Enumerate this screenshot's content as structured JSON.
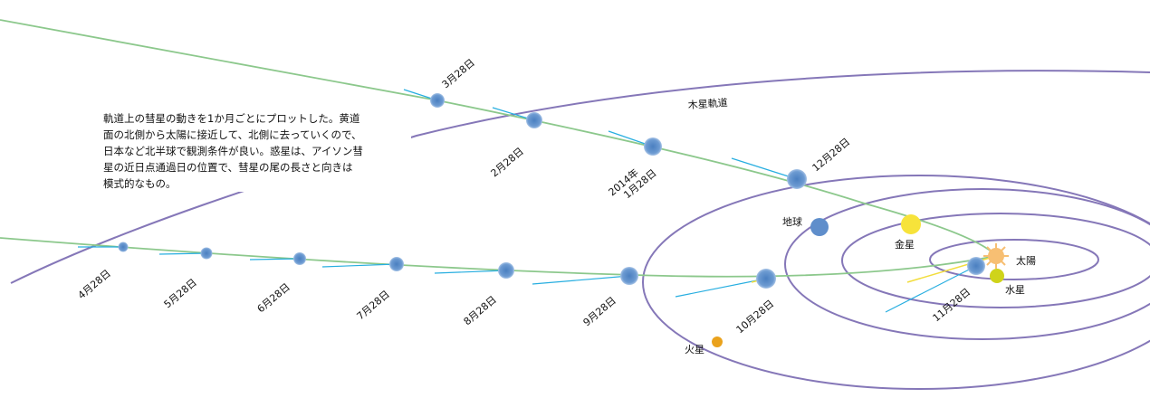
{
  "description": [
    "軌道上の彗星の動きを1か月ごとにプロットした。黄道",
    "面の北側から太陽に接近して、北側に去っていくので、",
    "日本など北半球で観測条件が良い。惑星は、アイソン彗",
    "星の近日点通過日の位置で、彗星の尾の長さと向きは",
    "模式的なもの。"
  ],
  "labels": {
    "jupiter_orbit": "木星軌道",
    "sun": "太陽",
    "mercury": "水星",
    "venus": "金星",
    "earth": "地球",
    "mars": "火星"
  },
  "comet_positions": [
    {
      "name": "dot-mar28",
      "lines": [
        "3月28日"
      ]
    },
    {
      "name": "dot-feb28",
      "lines": [
        "2月28日"
      ]
    },
    {
      "name": "dot-jan28",
      "lines": [
        "2014年",
        "1月28日"
      ]
    },
    {
      "name": "dot-dec28",
      "lines": [
        "12月28日"
      ]
    },
    {
      "name": "dot-nov28",
      "lines": [
        "11月28日"
      ]
    },
    {
      "name": "dot-oct28",
      "lines": [
        "10月28日"
      ]
    },
    {
      "name": "dot-sep28",
      "lines": [
        "9月28日"
      ]
    },
    {
      "name": "dot-aug28",
      "lines": [
        "8月28日"
      ]
    },
    {
      "name": "dot-jul28",
      "lines": [
        "7月28日"
      ]
    },
    {
      "name": "dot-jun28",
      "lines": [
        "6月28日"
      ]
    },
    {
      "name": "dot-may28",
      "lines": [
        "5月28日"
      ]
    },
    {
      "name": "dot-apr28",
      "lines": [
        "4月28日"
      ]
    }
  ],
  "colors": {
    "orbit": "#8577b8",
    "comet_path": "#8cc88c",
    "comet_dot": "#5b8fca",
    "tail": "#27aee0",
    "sun": "#f7bf73",
    "sun_tail": "#f2dd3c",
    "mercury": "#cfd31a",
    "venus": "#f7e33a",
    "earth": "#5f8ecb",
    "mars": "#eaa21c"
  }
}
